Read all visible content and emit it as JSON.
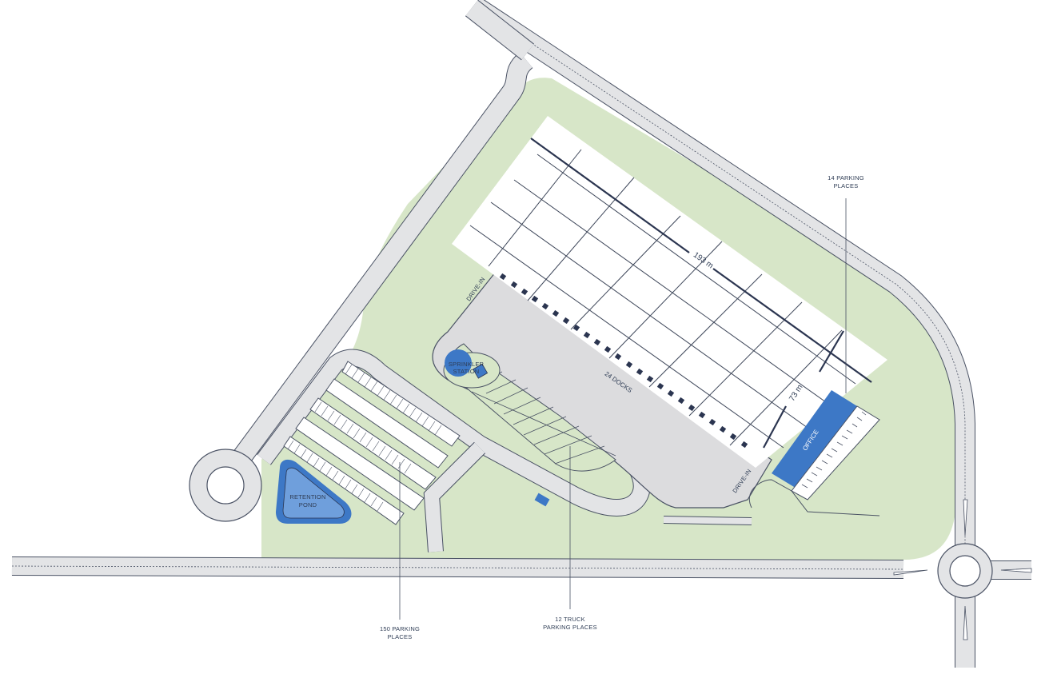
{
  "labels": {
    "dimension_length": "193 m",
    "dimension_width": "73 m",
    "docks": "24 DOCKS",
    "drive_in_left": "DRIVE-IN",
    "drive_in_right": "DRIVE-IN",
    "sprinkler_line1": "SPRINKLER",
    "sprinkler_line2": "STATION",
    "office": "OFFICE",
    "retention_line1": "RETENTION",
    "retention_line2": "POND",
    "parking14_line1": "14 PARKING",
    "parking14_line2": "PLACES",
    "parking150_line1": "150 PARKING",
    "parking150_line2": "PLACES",
    "truck12_line1": "12 TRUCK",
    "truck12_line2": "PARKING PLACES"
  },
  "colors": {
    "background": "#ffffff",
    "grass": "#d7e6c8",
    "road": "#e3e4e6",
    "road_edge": "#4a5264",
    "yard": "#dcdcde",
    "building": "#ffffff",
    "building_grid": "#3d4659",
    "accent_blue": "#3d78c6",
    "pond_fill": "#6f9fdc",
    "dark_navy": "#2b3550"
  },
  "icons": {
    "roundabout_left": "roundabout-icon",
    "roundabout_right": "roundabout-icon"
  }
}
